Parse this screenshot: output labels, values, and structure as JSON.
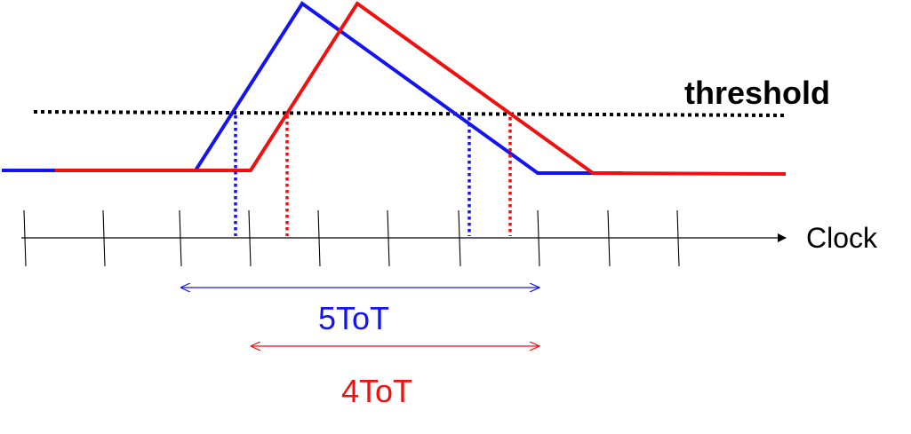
{
  "labels": {
    "threshold": "threshold",
    "clock": "Clock",
    "tot_blue": "5ToT",
    "tot_red": "4ToT"
  },
  "colors": {
    "blue": "#1414f0",
    "red": "#f01010",
    "black": "#000000"
  }
}
